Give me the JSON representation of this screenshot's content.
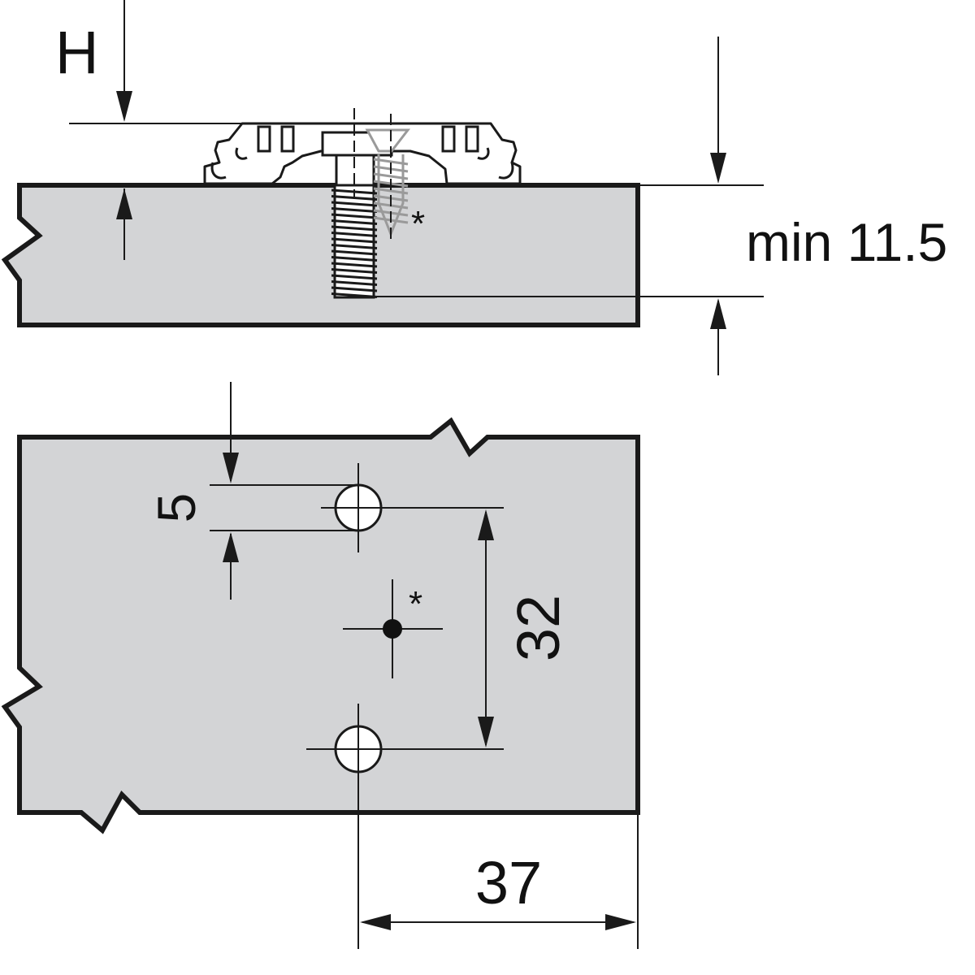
{
  "labels": {
    "h": "H",
    "min_depth": "min 11.5",
    "asterisk_side": "*",
    "asterisk_top": "*",
    "hole_diameter": "5",
    "hole_spacing": "32",
    "edge_distance": "37"
  },
  "colors": {
    "panel": "#d3d4d6",
    "line": "#1a1a1a",
    "screw_light": "#9a9a9a",
    "background": "#ffffff"
  }
}
